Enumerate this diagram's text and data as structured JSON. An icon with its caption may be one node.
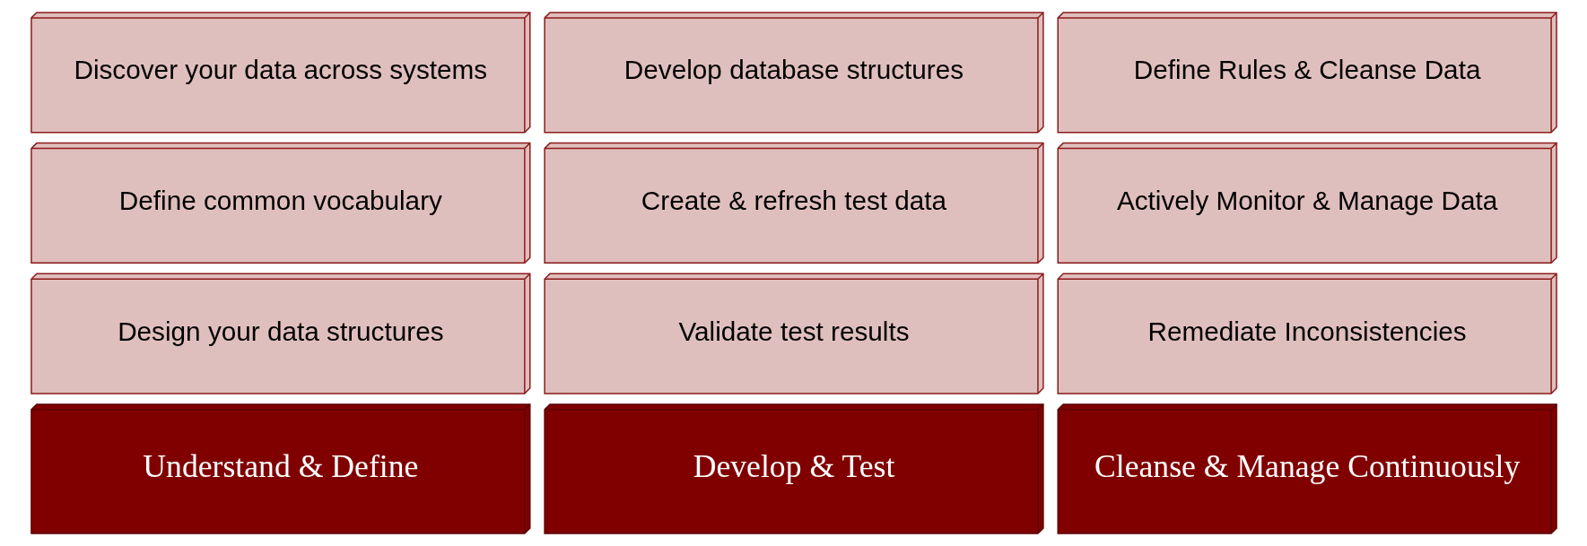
{
  "diagram": {
    "nodes": [
      {
        "text": [
          "Discover your data across systems"
        ]
      },
      {
        "text": [
          "Define common vocabulary"
        ]
      },
      {
        "text": [
          "Design your data structures"
        ]
      },
      {
        "text": [
          "Understand & Define"
        ]
      },
      {
        "text": [
          "Develop database structures"
        ]
      },
      {
        "text": [
          "Create & refresh test data"
        ]
      },
      {
        "text": [
          "Validate test results"
        ]
      },
      {
        "text": [
          "Develop & Test"
        ]
      },
      {
        "text": [
          "Define Rules & Cleanse Data"
        ]
      },
      {
        "text": [
          "Actively Monitor & Manage Data"
        ]
      },
      {
        "text": [
          "Remediate Inconsistencies"
        ]
      },
      {
        "text": [
          "Cleanse & Manage Continuously"
        ]
      }
    ],
    "edges": []
  }
}
